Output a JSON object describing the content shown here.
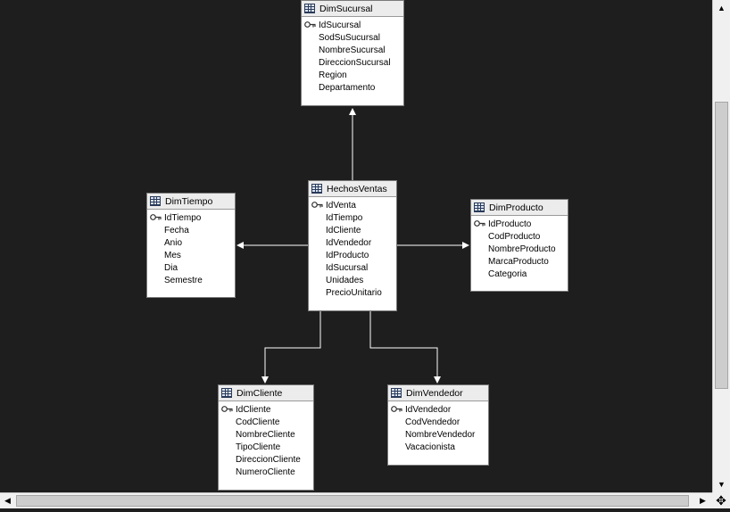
{
  "diagram": {
    "tables": [
      {
        "id": "DimSucursal",
        "title": "DimSucursal",
        "key": "IdSucursal",
        "columns": [
          "IdSucursal",
          "SodSuSucursal",
          "NombreSucursal",
          "DireccionSucursal",
          "Region",
          "Departamento"
        ]
      },
      {
        "id": "HechosVentas",
        "title": "HechosVentas",
        "key": "IdVenta",
        "columns": [
          "IdVenta",
          "IdTiempo",
          "IdCliente",
          "IdVendedor",
          "IdProducto",
          "IdSucursal",
          "Unidades",
          "PrecioUnitario"
        ]
      },
      {
        "id": "DimTiempo",
        "title": "DimTiempo",
        "key": "IdTiempo",
        "columns": [
          "IdTiempo",
          "Fecha",
          "Anio",
          "Mes",
          "Dia",
          "Semestre"
        ]
      },
      {
        "id": "DimProducto",
        "title": "DimProducto",
        "key": "IdProducto",
        "columns": [
          "IdProducto",
          "CodProducto",
          "NombreProducto",
          "MarcaProducto",
          "Categoria"
        ]
      },
      {
        "id": "DimCliente",
        "title": "DimCliente",
        "key": "IdCliente",
        "columns": [
          "IdCliente",
          "CodCliente",
          "NombreCliente",
          "TipoCliente",
          "DireccionCliente",
          "NumeroCliente"
        ]
      },
      {
        "id": "DimVendedor",
        "title": "DimVendedor",
        "key": "IdVendedor",
        "columns": [
          "IdVendedor",
          "CodVendedor",
          "NombreVendedor",
          "Vacacionista"
        ]
      }
    ]
  },
  "icons": {
    "table": "table-icon",
    "primary_key": "key-icon",
    "scroll_up": "arrow-up-icon",
    "scroll_down": "arrow-down-icon",
    "scroll_left": "arrow-left-icon",
    "scroll_right": "arrow-right-icon",
    "pan": "pan-move-icon"
  },
  "colors": {
    "canvas": "#1e1e1e",
    "connector": "#ffffff",
    "table_header": "#ececec",
    "table_body": "#ffffff"
  }
}
